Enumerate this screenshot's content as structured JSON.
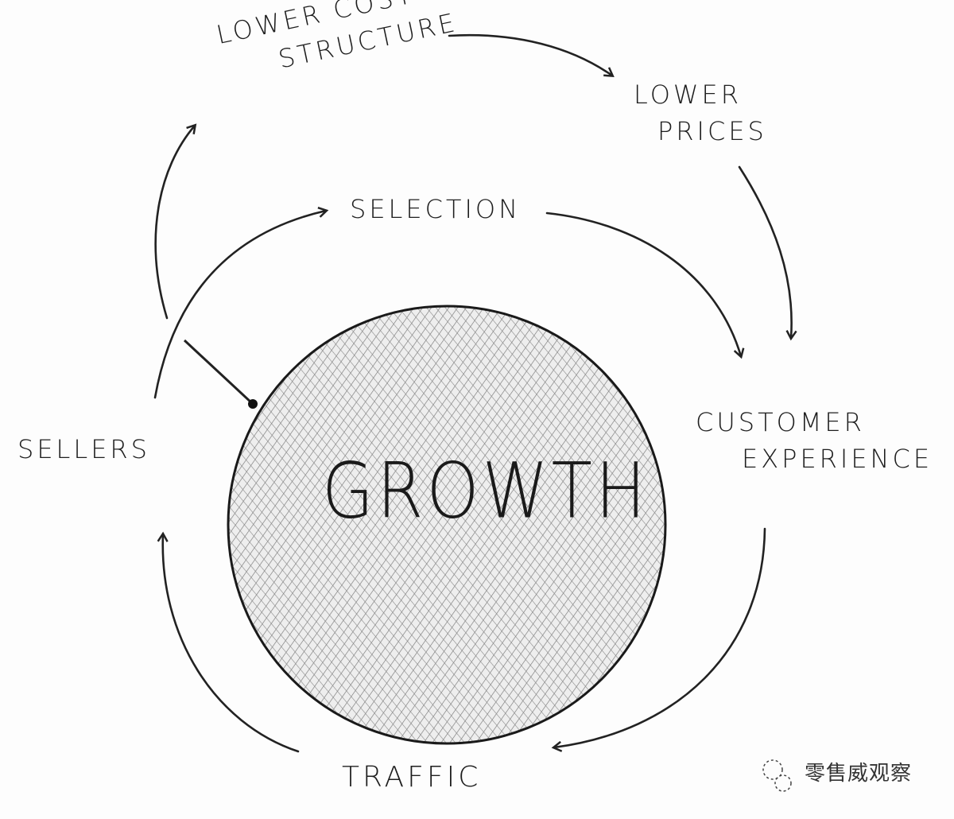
{
  "diagram": {
    "center": "GROWTH",
    "nodes": {
      "lower_cost": [
        "LOWER COST",
        "STRUCTURE"
      ],
      "lower_prices": [
        "LOWER",
        "PRICES"
      ],
      "selection": "SELECTION",
      "customer_experience": [
        "CUSTOMER",
        "EXPERIENCE"
      ],
      "traffic": "TRAFFIC",
      "sellers": "SELLERS"
    }
  },
  "watermark": "零售威观察"
}
